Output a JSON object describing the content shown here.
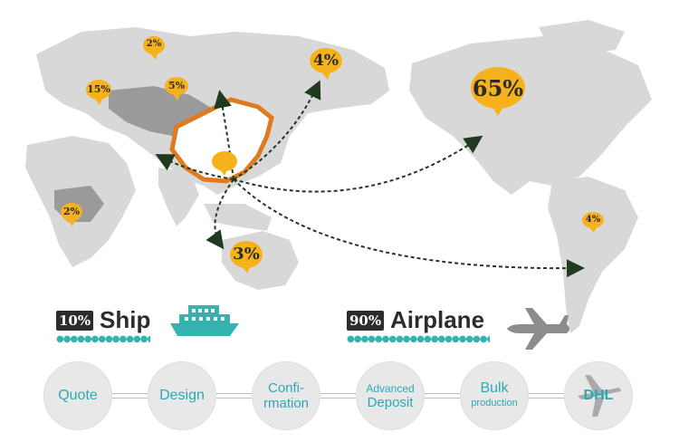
{
  "map": {
    "percent_labels": {
      "north_europe": "2%",
      "west_europe": "15%",
      "east_europe": "5%",
      "russia": "4%",
      "north_america": "65%",
      "africa": "2%",
      "australia": "3%",
      "south_america": "4%"
    },
    "colors": {
      "land": "#d8d8d8",
      "land_dark": "#9a9a9a",
      "china_outline": "#e07a1f",
      "bubble": "#f6b21a",
      "route": "#1f3a1f"
    }
  },
  "legend": {
    "ship": {
      "percent": "10%",
      "label": "Ship",
      "icon": "ship-icon"
    },
    "airplane": {
      "percent": "90%",
      "label": "Airplane",
      "icon": "airplane-icon"
    }
  },
  "steps": [
    {
      "line1": "Quote",
      "line2": ""
    },
    {
      "line1": "Design",
      "line2": ""
    },
    {
      "line1": "Confi-",
      "line2": "rmation"
    },
    {
      "line1": "Advanced",
      "line2": "Deposit"
    },
    {
      "line1": "Bulk",
      "line2": "production"
    },
    {
      "line1": "DHL",
      "line2": ""
    }
  ]
}
